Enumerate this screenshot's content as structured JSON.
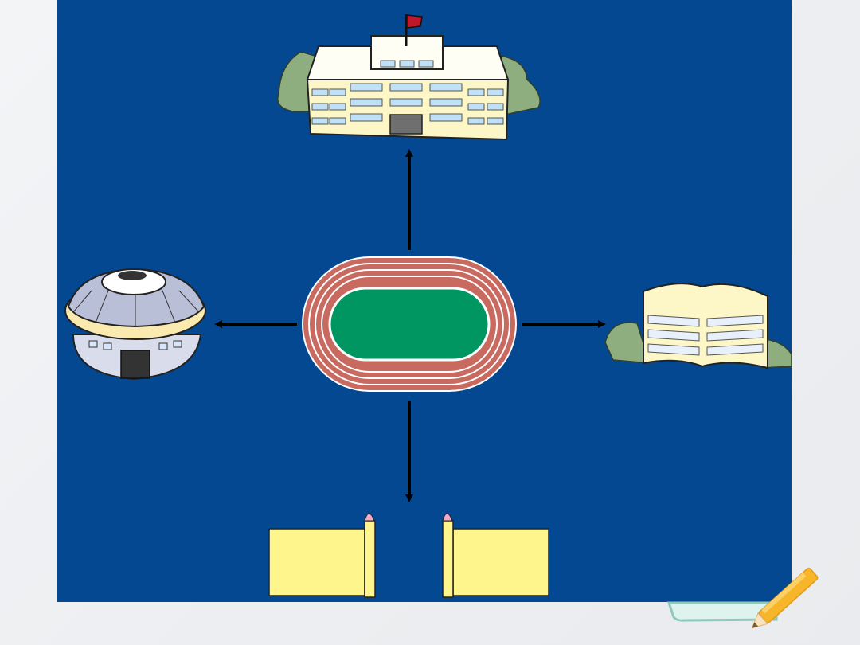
{
  "slide": {
    "background_color": "#034891",
    "page_background_color": "#eff0f2"
  },
  "diagram": {
    "center": {
      "icon": "running-track-icon",
      "track_color": "#c86a60",
      "field_color": "#009662"
    },
    "north": {
      "icon": "teaching-building-icon",
      "flag_color": "#c0182a"
    },
    "west": {
      "icon": "stadium-icon"
    },
    "east": {
      "icon": "dormitory-building-icon"
    },
    "south": {
      "icon": "school-gate-icon",
      "gate_color": "#fef68c"
    },
    "arrows": [
      "north",
      "west",
      "east",
      "south"
    ]
  },
  "decoration": {
    "icon": "pencil-icon"
  }
}
